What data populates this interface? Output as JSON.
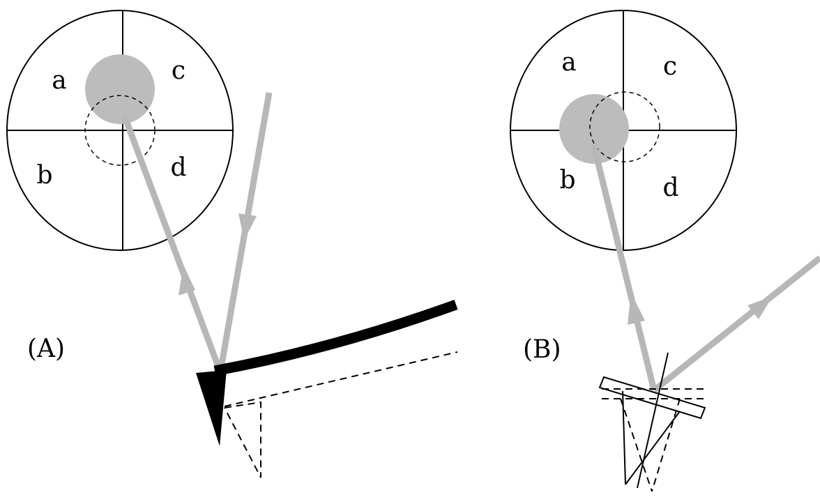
{
  "panels": {
    "A": {
      "label": "(A)",
      "quadrants": {
        "a": "a",
        "b": "b",
        "c": "c",
        "d": "d"
      }
    },
    "B": {
      "label": "(B)",
      "quadrants": {
        "a": "a",
        "b": "b",
        "c": "c",
        "d": "d"
      }
    }
  },
  "colors": {
    "beam": "#b7b7b7",
    "laser_spot": "#bcbcbc",
    "lines": "#000000",
    "background": "#ffffff"
  }
}
